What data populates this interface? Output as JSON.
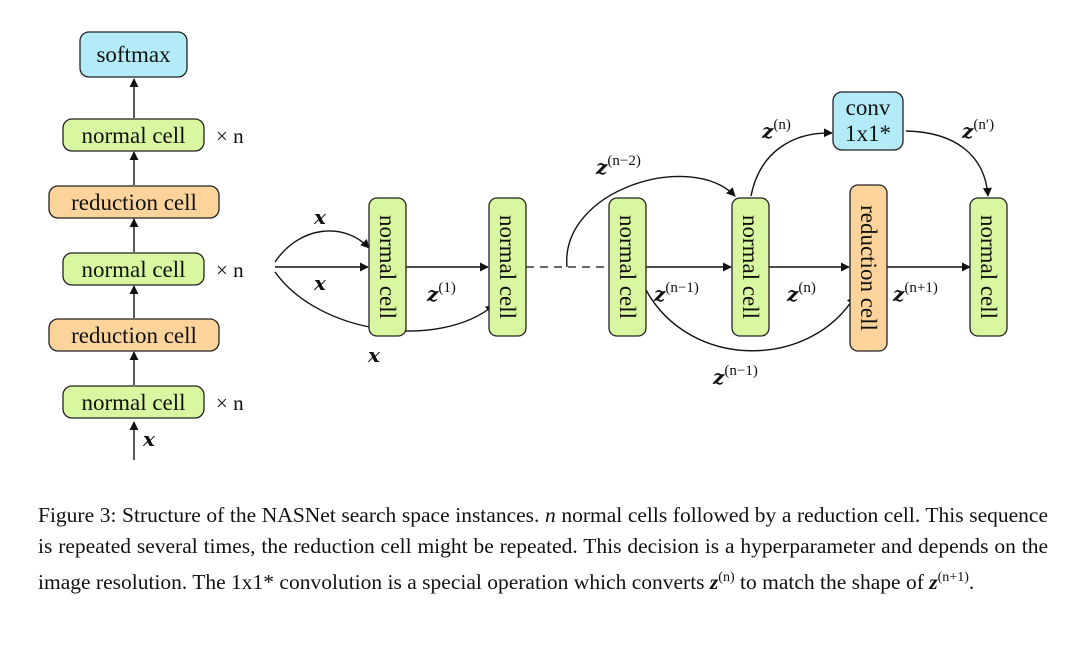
{
  "colors": {
    "normal": "#d9f6a0",
    "reduction": "#fcd49b",
    "softmax": "#b3ecf8",
    "stroke": "#222222"
  },
  "stack": {
    "softmax": "softmax",
    "normal_cell": "normal cell",
    "reduction_cell": "reduction cell",
    "multiplier": "× n",
    "input": "x"
  },
  "chain": {
    "normal_cell": "normal cell",
    "reduction_cell": "reduction cell",
    "conv_line1": "conv",
    "conv_line2": "1x1*",
    "x": "x",
    "z": "z",
    "sup_1": "(1)",
    "sup_n": "(n)",
    "sup_n_minus_1": "(n−1)",
    "sup_n_minus_2": "(n−2)",
    "sup_n_plus_1": "(n+1)",
    "sup_n_prime": "(n′)"
  },
  "caption": {
    "p1": "Figure 3: Structure of the NASNet search space instances. ",
    "n": "n",
    "p2": " normal cells followed by a reduction cell. This sequence is repeated several times, the reduction cell might be repeated. This decision is a hyperparameter and depends on the image resolution. The 1x1* convolution is a special operation which converts ",
    "z1": "z",
    "sup1": "(n)",
    "p3": " to match the shape of ",
    "z2": "z",
    "sup2": "(n+1)",
    "p4": "."
  }
}
